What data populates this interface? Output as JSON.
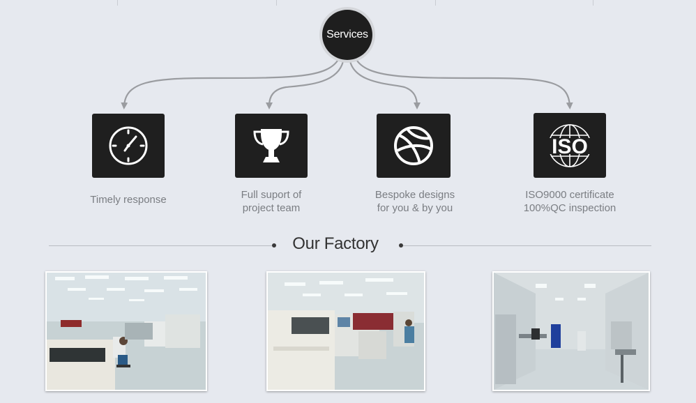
{
  "services": {
    "hub_label": "Services",
    "items": [
      {
        "icon": "clock-icon",
        "caption": "Timely response"
      },
      {
        "icon": "trophy-icon",
        "caption": "Full suport of\nproject  team"
      },
      {
        "icon": "basketball-icon",
        "caption": "Bespoke designs\nfor you & by you"
      },
      {
        "icon": "iso-globe-icon",
        "icon_text": "ISO",
        "caption": "ISO9000 certificate\n100%QC inspection"
      }
    ]
  },
  "factory": {
    "title": "Our Factory",
    "photos": [
      {
        "name": "factory-photo-smt-floor"
      },
      {
        "name": "factory-photo-printer-line"
      },
      {
        "name": "factory-photo-cleanroom"
      }
    ]
  },
  "colors": {
    "background": "#e6e9ef",
    "card": "#1f1f1f",
    "connector": "#9a9ca0",
    "caption_text": "#7a7d82",
    "title_text": "#333333"
  }
}
